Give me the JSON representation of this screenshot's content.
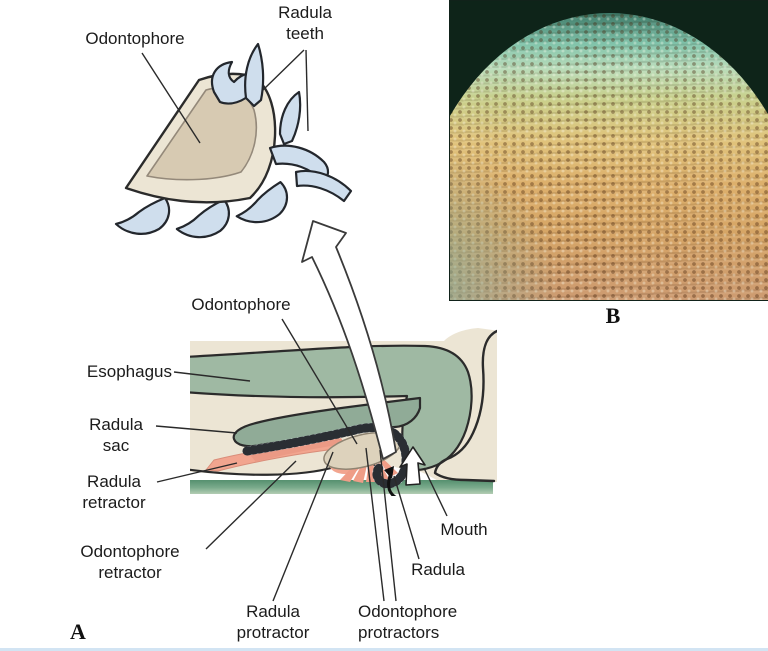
{
  "figure": {
    "panel_a_letter": "A",
    "panel_b_letter": "B"
  },
  "inset_labels": {
    "odontophore": "Odontophore",
    "radula_teeth_line1": "Radula",
    "radula_teeth_line2": "teeth"
  },
  "diagram_labels": {
    "odontophore": "Odontophore",
    "esophagus": "Esophagus",
    "radula_sac_line1": "Radula",
    "radula_sac_line2": "sac",
    "radula_retractor_line1": "Radula",
    "radula_retractor_line2": "retractor",
    "odontophore_retractor_line1": "Odontophore",
    "odontophore_retractor_line2": "retractor",
    "radula_protractor_line1": "Radula",
    "radula_protractor_line2": "protractor",
    "odontophore_protractors_line1": "Odontophore",
    "odontophore_protractors_line2": "protractors",
    "radula": "Radula",
    "mouth": "Mouth"
  },
  "icons": {
    "magnify_arrow": "curved outline arrow linking diagram A detail to enlarged inset",
    "protraction_arrow": "white up arrow at mouth",
    "rotation_arrow": "small black curved arrow at mouth"
  },
  "palette": {
    "body_cream": "#ece5d4",
    "inner_tan": "#d7cab2",
    "esophagus_green": "#9fb9a3",
    "radula_sac_green": "#90ab97",
    "ground_green": "#55906f",
    "muscle_salmon": "#f2a58f",
    "tooth_blue": "#cfdeed",
    "photo_teal": "#7fc2a9",
    "photo_gold": "#e0c47c",
    "photo_rust": "#c29579",
    "outline_dark": "#2b2b2b",
    "bottom_rule_blue": "#d2e4f3"
  }
}
